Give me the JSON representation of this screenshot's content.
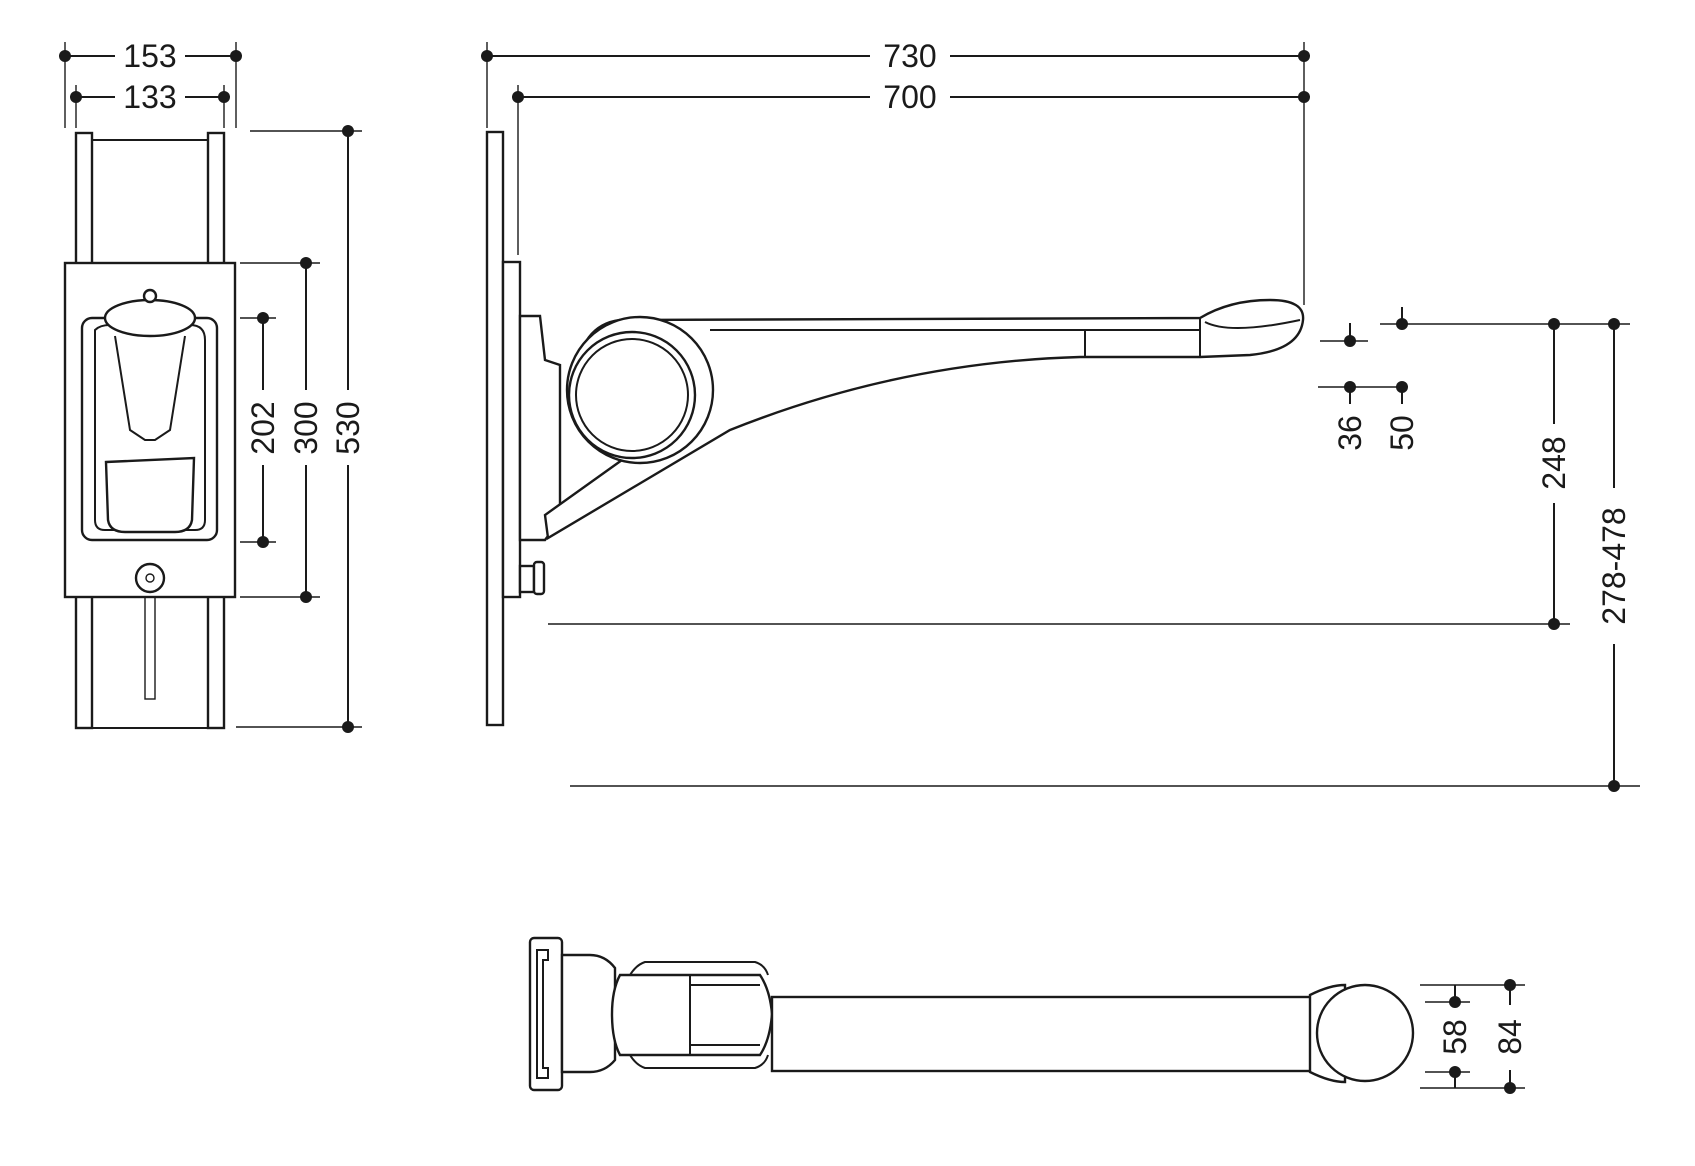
{
  "drawing": {
    "line_color": "#1a1a1a",
    "background": "#ffffff",
    "front_view": {
      "width_outer": "153",
      "width_inner": "133",
      "height_202": "202",
      "height_300": "300",
      "height_530": "530"
    },
    "side_view": {
      "length_730": "730",
      "length_700": "700",
      "dim_36": "36",
      "dim_50": "50",
      "dim_248": "248",
      "height_range": "278-478"
    },
    "top_view": {
      "dim_58": "58",
      "dim_84": "84"
    }
  }
}
